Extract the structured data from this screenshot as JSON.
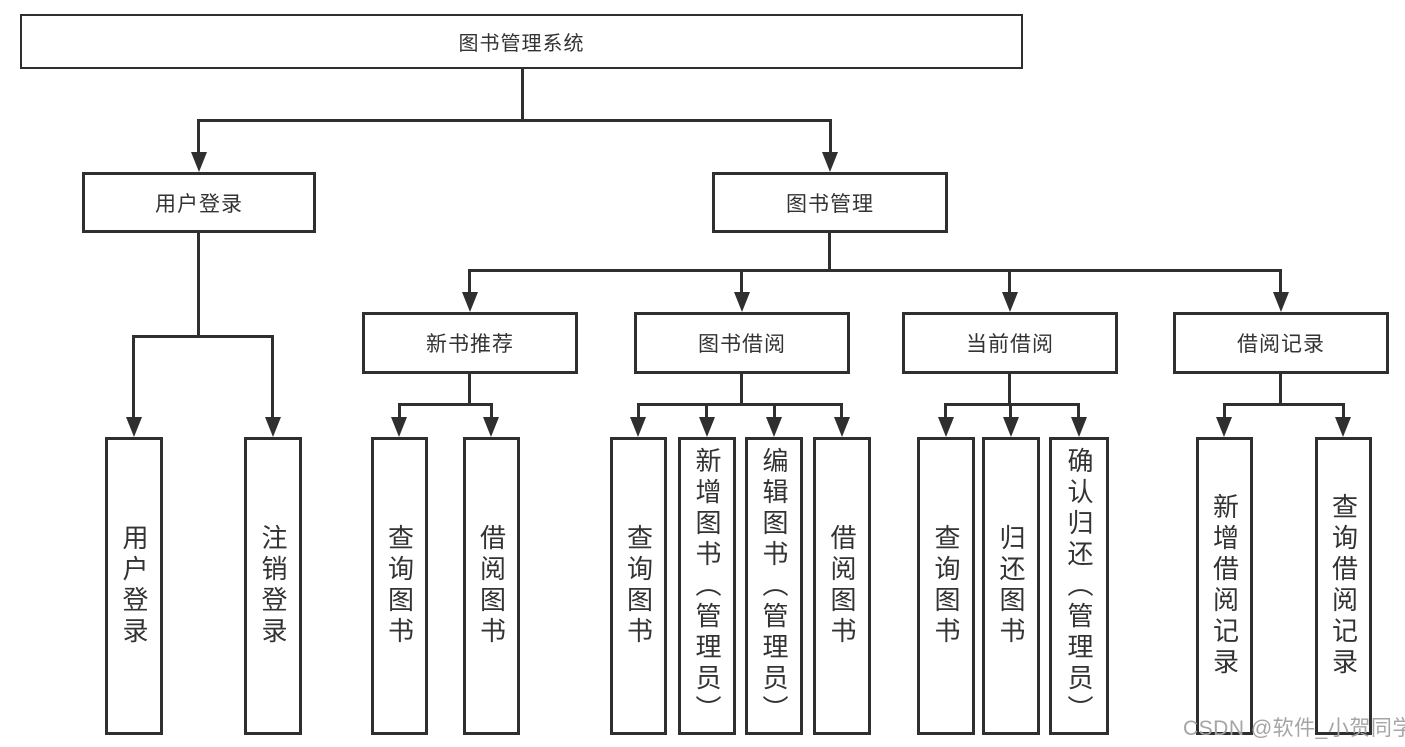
{
  "diagram": {
    "root": "图书管理系统",
    "level2": {
      "user_login": "用户登录",
      "book_mgmt": "图书管理"
    },
    "level3": {
      "new_book": "新书推荐",
      "book_borrow": "图书借阅",
      "current_borrow": "当前借阅",
      "borrow_record": "借阅记录"
    },
    "leaves": {
      "user_login_1": "用户登录",
      "user_login_2": "注销登录",
      "new_book_1": "查询图书",
      "new_book_2": "借阅图书",
      "book_borrow_1": "查询图书",
      "book_borrow_2": "新增图书（管理员）",
      "book_borrow_3": "编辑图书（管理员）",
      "book_borrow_4": "借阅图书",
      "current_borrow_1": "查询图书",
      "current_borrow_2": "归还图书",
      "current_borrow_3": "确认归还（管理员）",
      "borrow_record_1": "新增借阅记录",
      "borrow_record_2": "查询借阅记录"
    }
  },
  "watermark": {
    "text": "CSDN @软件_小贺同学"
  },
  "colors": {
    "line": "#2f2f2f",
    "text": "#333333",
    "box_bg": "#ffffff",
    "watermark": "#a5a5a8",
    "background": "#ffffff"
  }
}
